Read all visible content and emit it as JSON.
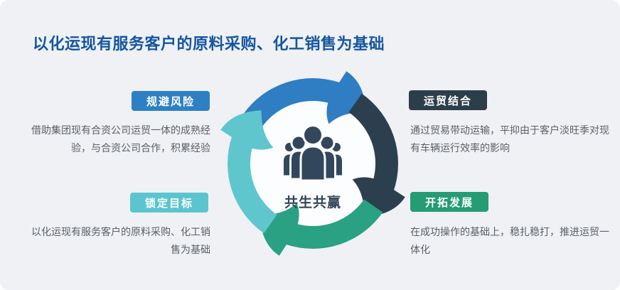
{
  "page": {
    "title": "以化运现有服务客户的原料采购、化工销售为基础",
    "title_color": "#15569f",
    "background_color": "#eff1f5"
  },
  "center": {
    "label": "共生共赢",
    "label_color": "#35465a",
    "icon": "people-group-icon",
    "icon_color": "#32475c",
    "disc_color": "#fcfdfe"
  },
  "cycle_arrows": [
    {
      "position": "top",
      "color": "#2f7dc3"
    },
    {
      "position": "right",
      "color": "#2b3f4e"
    },
    {
      "position": "bottom",
      "color": "#2aa183"
    },
    {
      "position": "left",
      "color": "#5fc6ce"
    }
  ],
  "quadrants": [
    {
      "badge": "规避风险",
      "badge_color": "#2e80c4",
      "text": "借助集团现有合资公司运贸一体的成熟经验，与合资公司合作，积累经验"
    },
    {
      "badge": "运贸结合",
      "badge_color": "#2d3e4b",
      "text": "通过贸易带动运输，平抑由于客户淡旺季对现有车辆运行效率的影响"
    },
    {
      "badge": "锁定目标",
      "badge_color": "#5bc5cf",
      "text": "以化运现有服务客户的原料采购、化工销售为基础"
    },
    {
      "badge": "开拓发展",
      "badge_color": "#259c73",
      "text": "在成功操作的基础上，稳扎稳打，推进运贸一体化"
    }
  ]
}
